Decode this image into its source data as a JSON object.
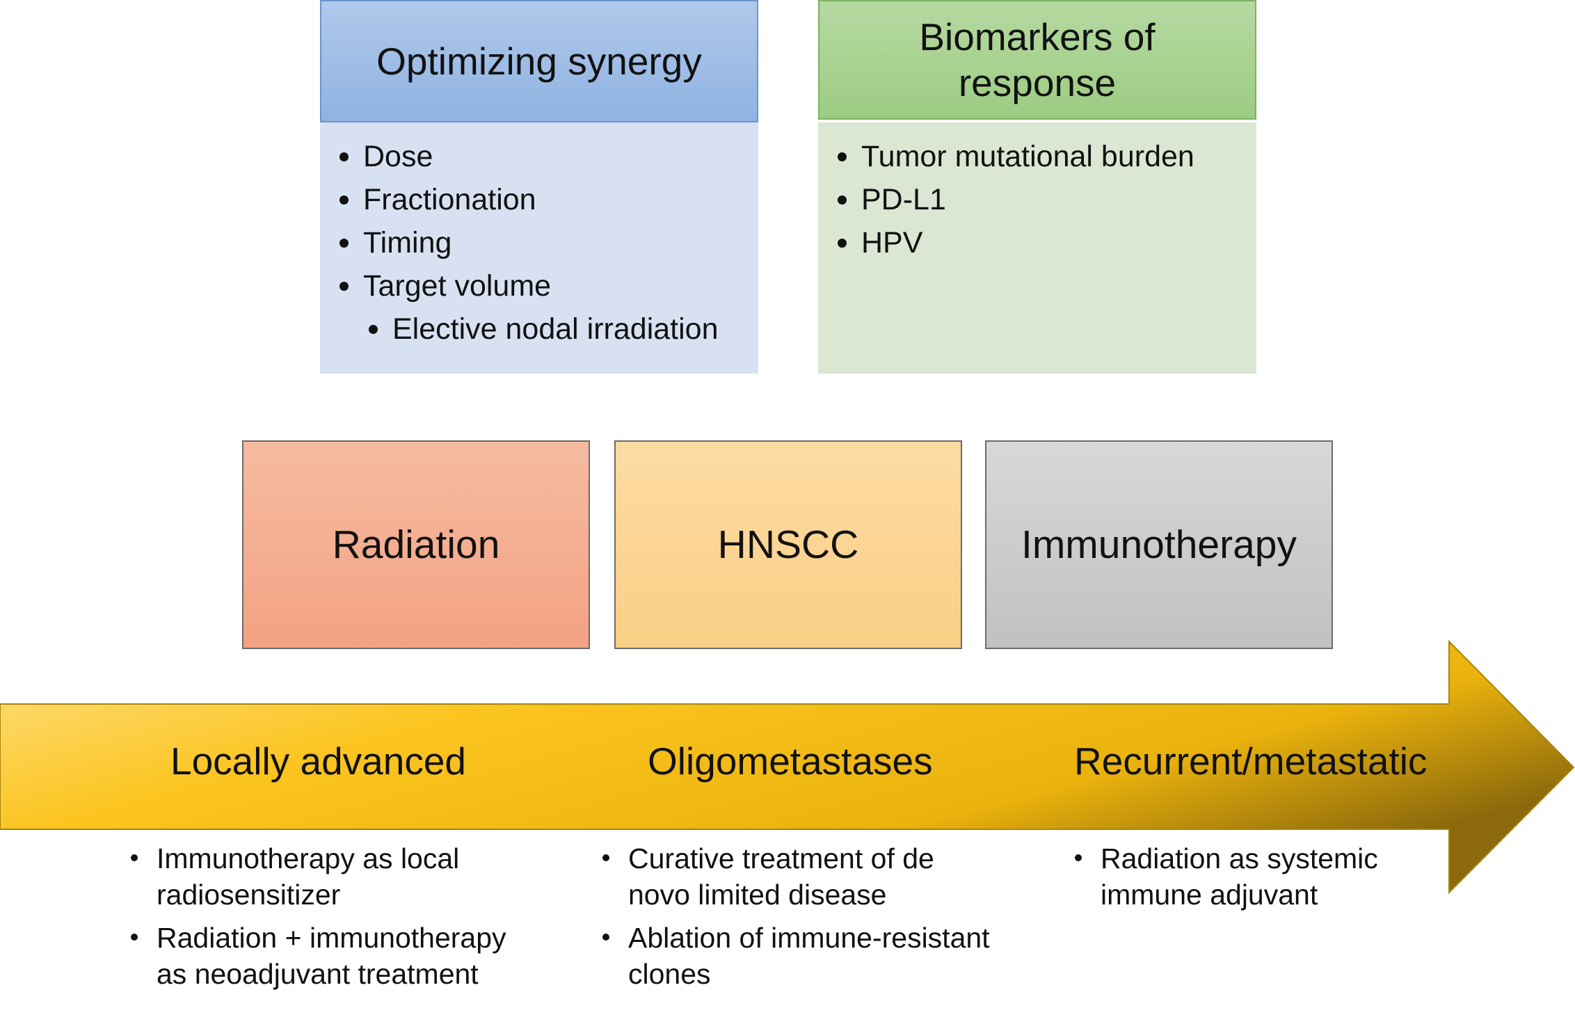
{
  "top_boxes": {
    "synergy": {
      "title": "Optimizing synergy",
      "items": [
        "Dose",
        "Fractionation",
        "Timing",
        "Target volume"
      ],
      "subitems": [
        "Elective nodal irradiation"
      ]
    },
    "biomarkers": {
      "title": "Biomarkers of response",
      "items": [
        "Tumor mutational burden",
        "PD-L1",
        "HPV"
      ]
    }
  },
  "middle_boxes": {
    "radiation": "Radiation",
    "hnscc": "HNSCC",
    "immunotherapy": "Immunotherapy"
  },
  "timeline": {
    "stages": [
      "Locally advanced",
      "Oligometastases",
      "Recurrent/metastatic"
    ],
    "columns": [
      [
        "Immunotherapy as local radiosensitizer",
        "Radiation + immunotherapy as neoadjuvant treatment"
      ],
      [
        "Curative treatment of de novo limited disease",
        "Ablation of immune-resistant clones"
      ],
      [
        "Radiation as systemic immune adjuvant"
      ]
    ]
  },
  "colors": {
    "synergy_header": "#9dbde6",
    "synergy_body": "#d7e1f1",
    "biomarker_header": "#a9d392",
    "biomarker_body": "#dbe6d3",
    "radiation": "#f4ab8e",
    "hnscc": "#fcd594",
    "immunotherapy": "#cccccc",
    "arrow": "#f9c014"
  }
}
